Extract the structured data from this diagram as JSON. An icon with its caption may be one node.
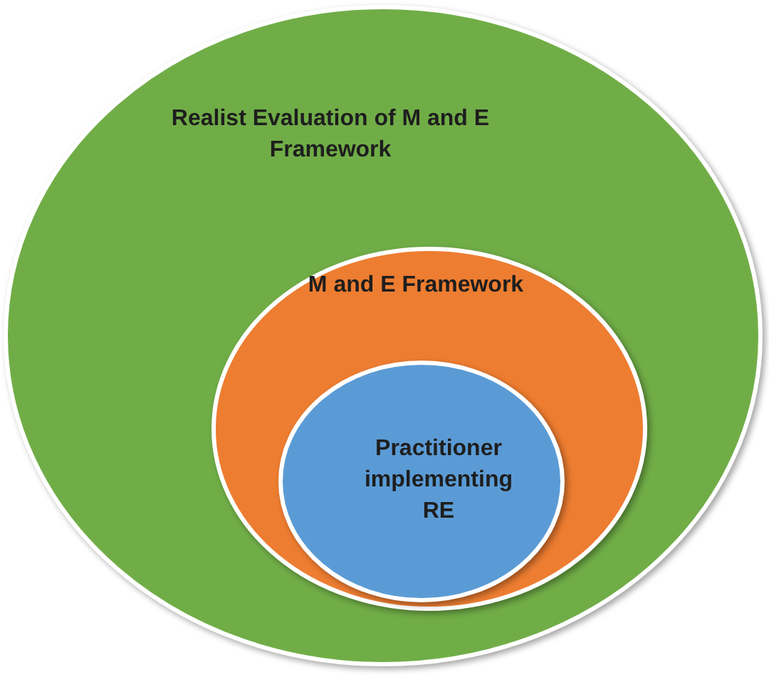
{
  "diagram": {
    "nodes": [
      {
        "text": [
          "Realist Evaluation of M and E Framework"
        ]
      },
      {
        "text": [
          "M and E Framework"
        ],
        "in": 0
      },
      {
        "text": [
          "Practitioner implementing RE"
        ],
        "in": 1
      }
    ]
  }
}
